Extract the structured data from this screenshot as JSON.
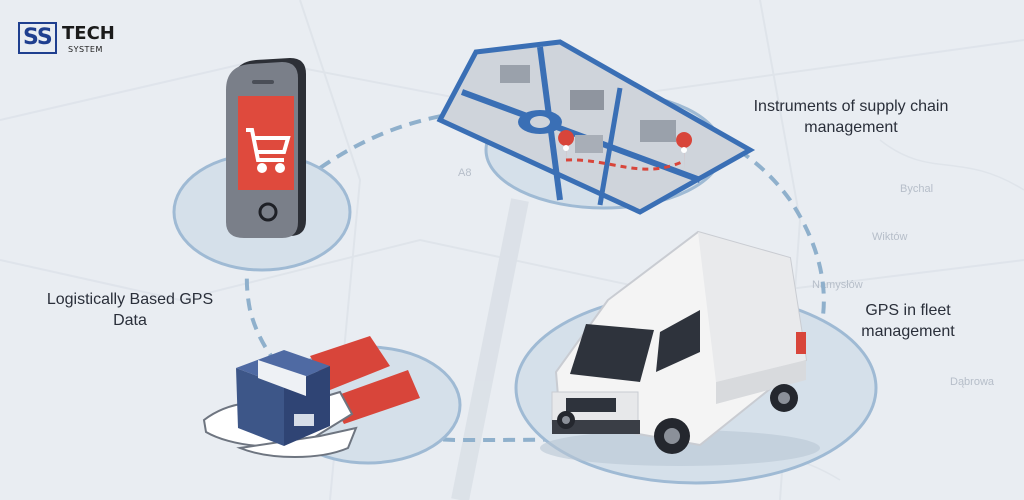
{
  "logo": {
    "ss": "SS",
    "tech": "TECH",
    "system": "SYSTEM"
  },
  "labels": {
    "supply_chain": "Instruments of supply chain management",
    "gps_data": "Logistically Based GPS Data",
    "fleet": "GPS in fleet management"
  },
  "map_fragments": [
    "Wiktów",
    "Namysłów",
    "Dąbrowa",
    "Bychal",
    "A8"
  ],
  "colors": {
    "background": "#e9edf2",
    "disc_fill": "#d5e0ea",
    "disc_stroke": "#9fbad4",
    "dashed_path": "#8fb0cc",
    "map_blue": "#3a6fb5",
    "accent_red": "#d8453a"
  },
  "icons": [
    "smartphone-icon",
    "shopping-cart-icon",
    "city-map-icon",
    "location-pin-icon",
    "delivery-van-icon",
    "parcel-box-icon",
    "hands-icon"
  ]
}
